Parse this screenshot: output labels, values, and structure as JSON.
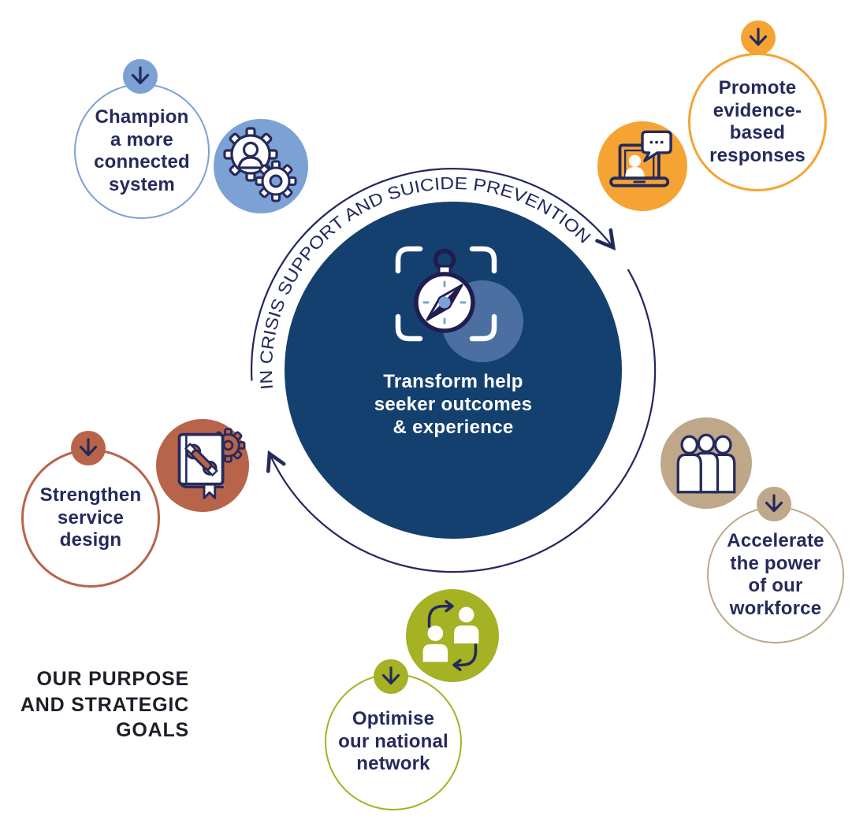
{
  "diagram_title": {
    "lines": [
      "OUR PURPOSE",
      "AND STRATEGIC",
      "GOALS"
    ]
  },
  "center": {
    "arc_label": "IN CRISIS SUPPORT AND SUICIDE PREVENTION",
    "goal_lines": [
      "Transform help",
      "seeker outcomes",
      "& experience"
    ],
    "icon": "compass-focus-icon",
    "circle_color": "#13406F",
    "accent_circle_color": "#4A6FA0",
    "text_color": "#FFFFFF",
    "arc_color": "#252A5C"
  },
  "goals": [
    {
      "id": "champion-connected-system",
      "lines": [
        "Champion",
        "a more",
        "connected",
        "system"
      ],
      "color": "#7CA1D5",
      "icon": "gears-person-icon"
    },
    {
      "id": "promote-evidence-based-responses",
      "lines": [
        "Promote",
        "evidence-",
        "based",
        "responses"
      ],
      "color": "#F5A434",
      "icon": "laptop-chat-icon"
    },
    {
      "id": "accelerate-workforce-power",
      "lines": [
        "Accelerate",
        "the power",
        "of our",
        "workforce"
      ],
      "color": "#BEA889",
      "icon": "three-people-icon"
    },
    {
      "id": "optimise-national-network",
      "lines": [
        "Optimise",
        "our national",
        "network"
      ],
      "color": "#A4B223",
      "icon": "people-exchange-icon"
    },
    {
      "id": "strengthen-service-design",
      "lines": [
        "Strengthen",
        "service",
        "design"
      ],
      "color": "#B8644A",
      "icon": "book-wrench-icon"
    }
  ],
  "badge_icon": "down-arrow-icon",
  "body_text_color": "#252A5C"
}
